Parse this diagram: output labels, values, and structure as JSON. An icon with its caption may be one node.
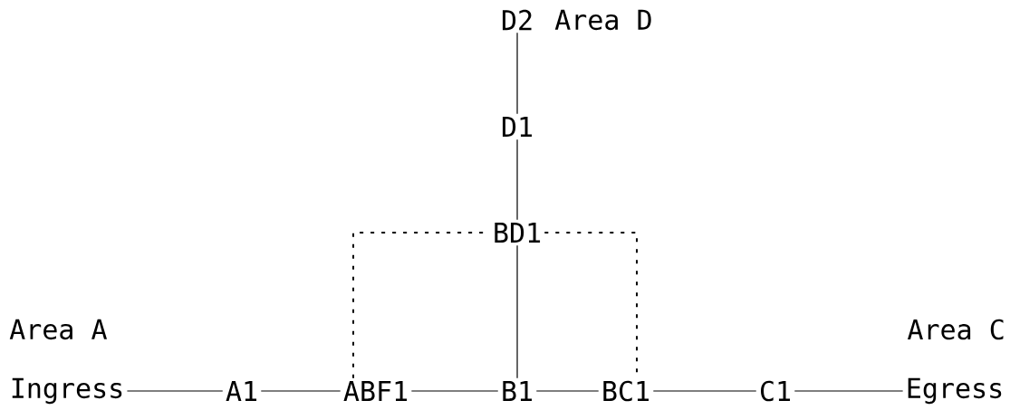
{
  "diagram": {
    "nodes": [
      {
        "text": [
          "D2"
        ]
      },
      {
        "text": [
          "D1"
        ]
      },
      {
        "text": [
          "BD1"
        ]
      },
      {
        "text": [
          "Ingress"
        ]
      },
      {
        "text": [
          "A1"
        ]
      },
      {
        "text": [
          "ABF1"
        ]
      },
      {
        "text": [
          "B1"
        ]
      },
      {
        "text": [
          "BC1"
        ]
      },
      {
        "text": [
          "C1"
        ]
      },
      {
        "text": [
          "Egress"
        ]
      }
    ],
    "edges": [
      {
        "from": 0,
        "to": 1,
        "arrow": "none"
      },
      {
        "from": 1,
        "to": 2,
        "arrow": "none"
      },
      {
        "from": 5,
        "to": 2,
        "arrow": "none",
        "style": "dashed"
      },
      {
        "from": 2,
        "to": 7,
        "arrow": "none",
        "style": "dashed"
      },
      {
        "from": 2,
        "to": 6,
        "arrow": "none"
      },
      {
        "from": 3,
        "to": 4,
        "arrow": "none"
      },
      {
        "from": 4,
        "to": 5,
        "arrow": "none"
      },
      {
        "from": 5,
        "to": 6,
        "arrow": "none"
      },
      {
        "from": 6,
        "to": 7,
        "arrow": "none"
      },
      {
        "from": 7,
        "to": 8,
        "arrow": "none"
      },
      {
        "from": 8,
        "to": 9,
        "arrow": "none"
      }
    ],
    "labels": [
      "Area D",
      "Area C",
      "Area A"
    ]
  }
}
